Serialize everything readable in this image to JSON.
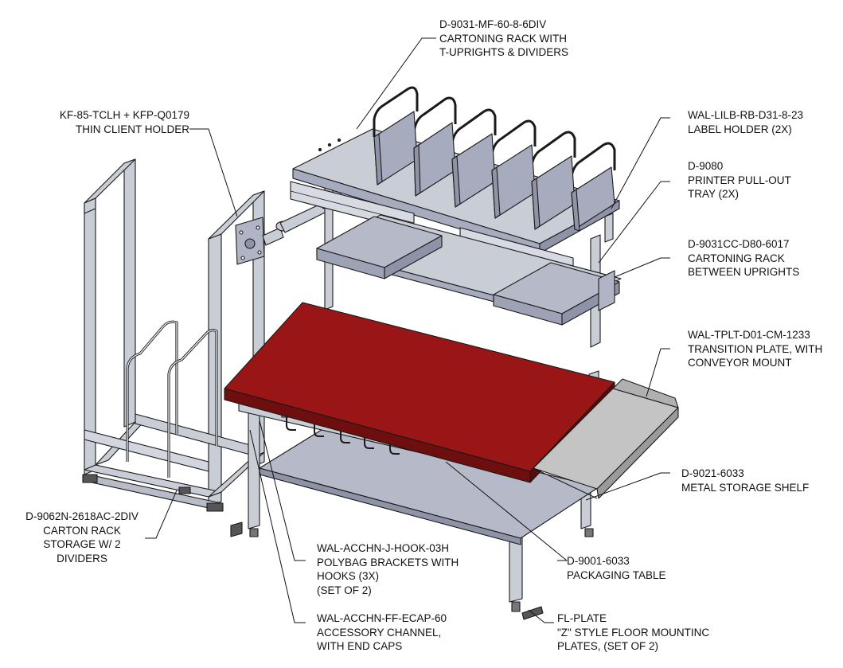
{
  "callouts": [
    {
      "id": "cartoning-rack",
      "lines": [
        "D-9031-MF-60-8-6DIV",
        "CARTONING RACK WITH",
        "T-UPRIGHTS & DIVIDERS"
      ]
    },
    {
      "id": "thin-client",
      "lines": [
        "KF-85-TCLH + KFP-Q0179",
        "THIN CLIENT HOLDER"
      ]
    },
    {
      "id": "label-holder",
      "lines": [
        "WAL-LILB-RB-D31-8-23",
        "LABEL HOLDER (2X)"
      ]
    },
    {
      "id": "printer-tray",
      "lines": [
        "D-9080",
        "PRINTER PULL-OUT",
        "TRAY (2X)"
      ]
    },
    {
      "id": "rack-between",
      "lines": [
        "D-9031CC-D80-6017",
        "CARTONING RACK",
        "BETWEEN UPRIGHTS"
      ]
    },
    {
      "id": "transition-plate",
      "lines": [
        "WAL-TPLT-D01-CM-1233",
        "TRANSITION PLATE, WITH",
        "CONVEYOR MOUNT"
      ]
    },
    {
      "id": "storage-shelf",
      "lines": [
        "D-9021-6033",
        "METAL STORAGE SHELF"
      ]
    },
    {
      "id": "carton-rack-storage",
      "lines": [
        "D-9062N-2618AC-2DIV",
        "CARTON RACK",
        "STORAGE W/ 2",
        "DIVIDERS"
      ]
    },
    {
      "id": "polybag",
      "lines": [
        "WAL-ACCHN-J-HOOK-03H",
        "POLYBAG BRACKETS WITH",
        "HOOKS (3X)",
        "(SET OF 2)"
      ]
    },
    {
      "id": "packaging-table",
      "lines": [
        "D-9001-6033",
        "PACKAGING TABLE"
      ]
    },
    {
      "id": "accessory-channel",
      "lines": [
        "WAL-ACCHN-FF-ECAP-60",
        "ACCESSORY CHANNEL,",
        "WITH END CAPS"
      ]
    },
    {
      "id": "floor-plate",
      "lines": [
        "FL-PLATE",
        "\"Z\" STYLE FLOOR MOUNTINC",
        "PLATES, (SET OF 2)"
      ]
    }
  ],
  "colors": {
    "frame": "#c9cdd6",
    "panel": "#a6abbd",
    "panel_dark": "#8e93a8",
    "table_top": "#9a1515",
    "table_edge": "#6e0e0e",
    "shelf": "#b6bac8",
    "plate": "#c4c4c4",
    "line": "#1a1a1a"
  }
}
